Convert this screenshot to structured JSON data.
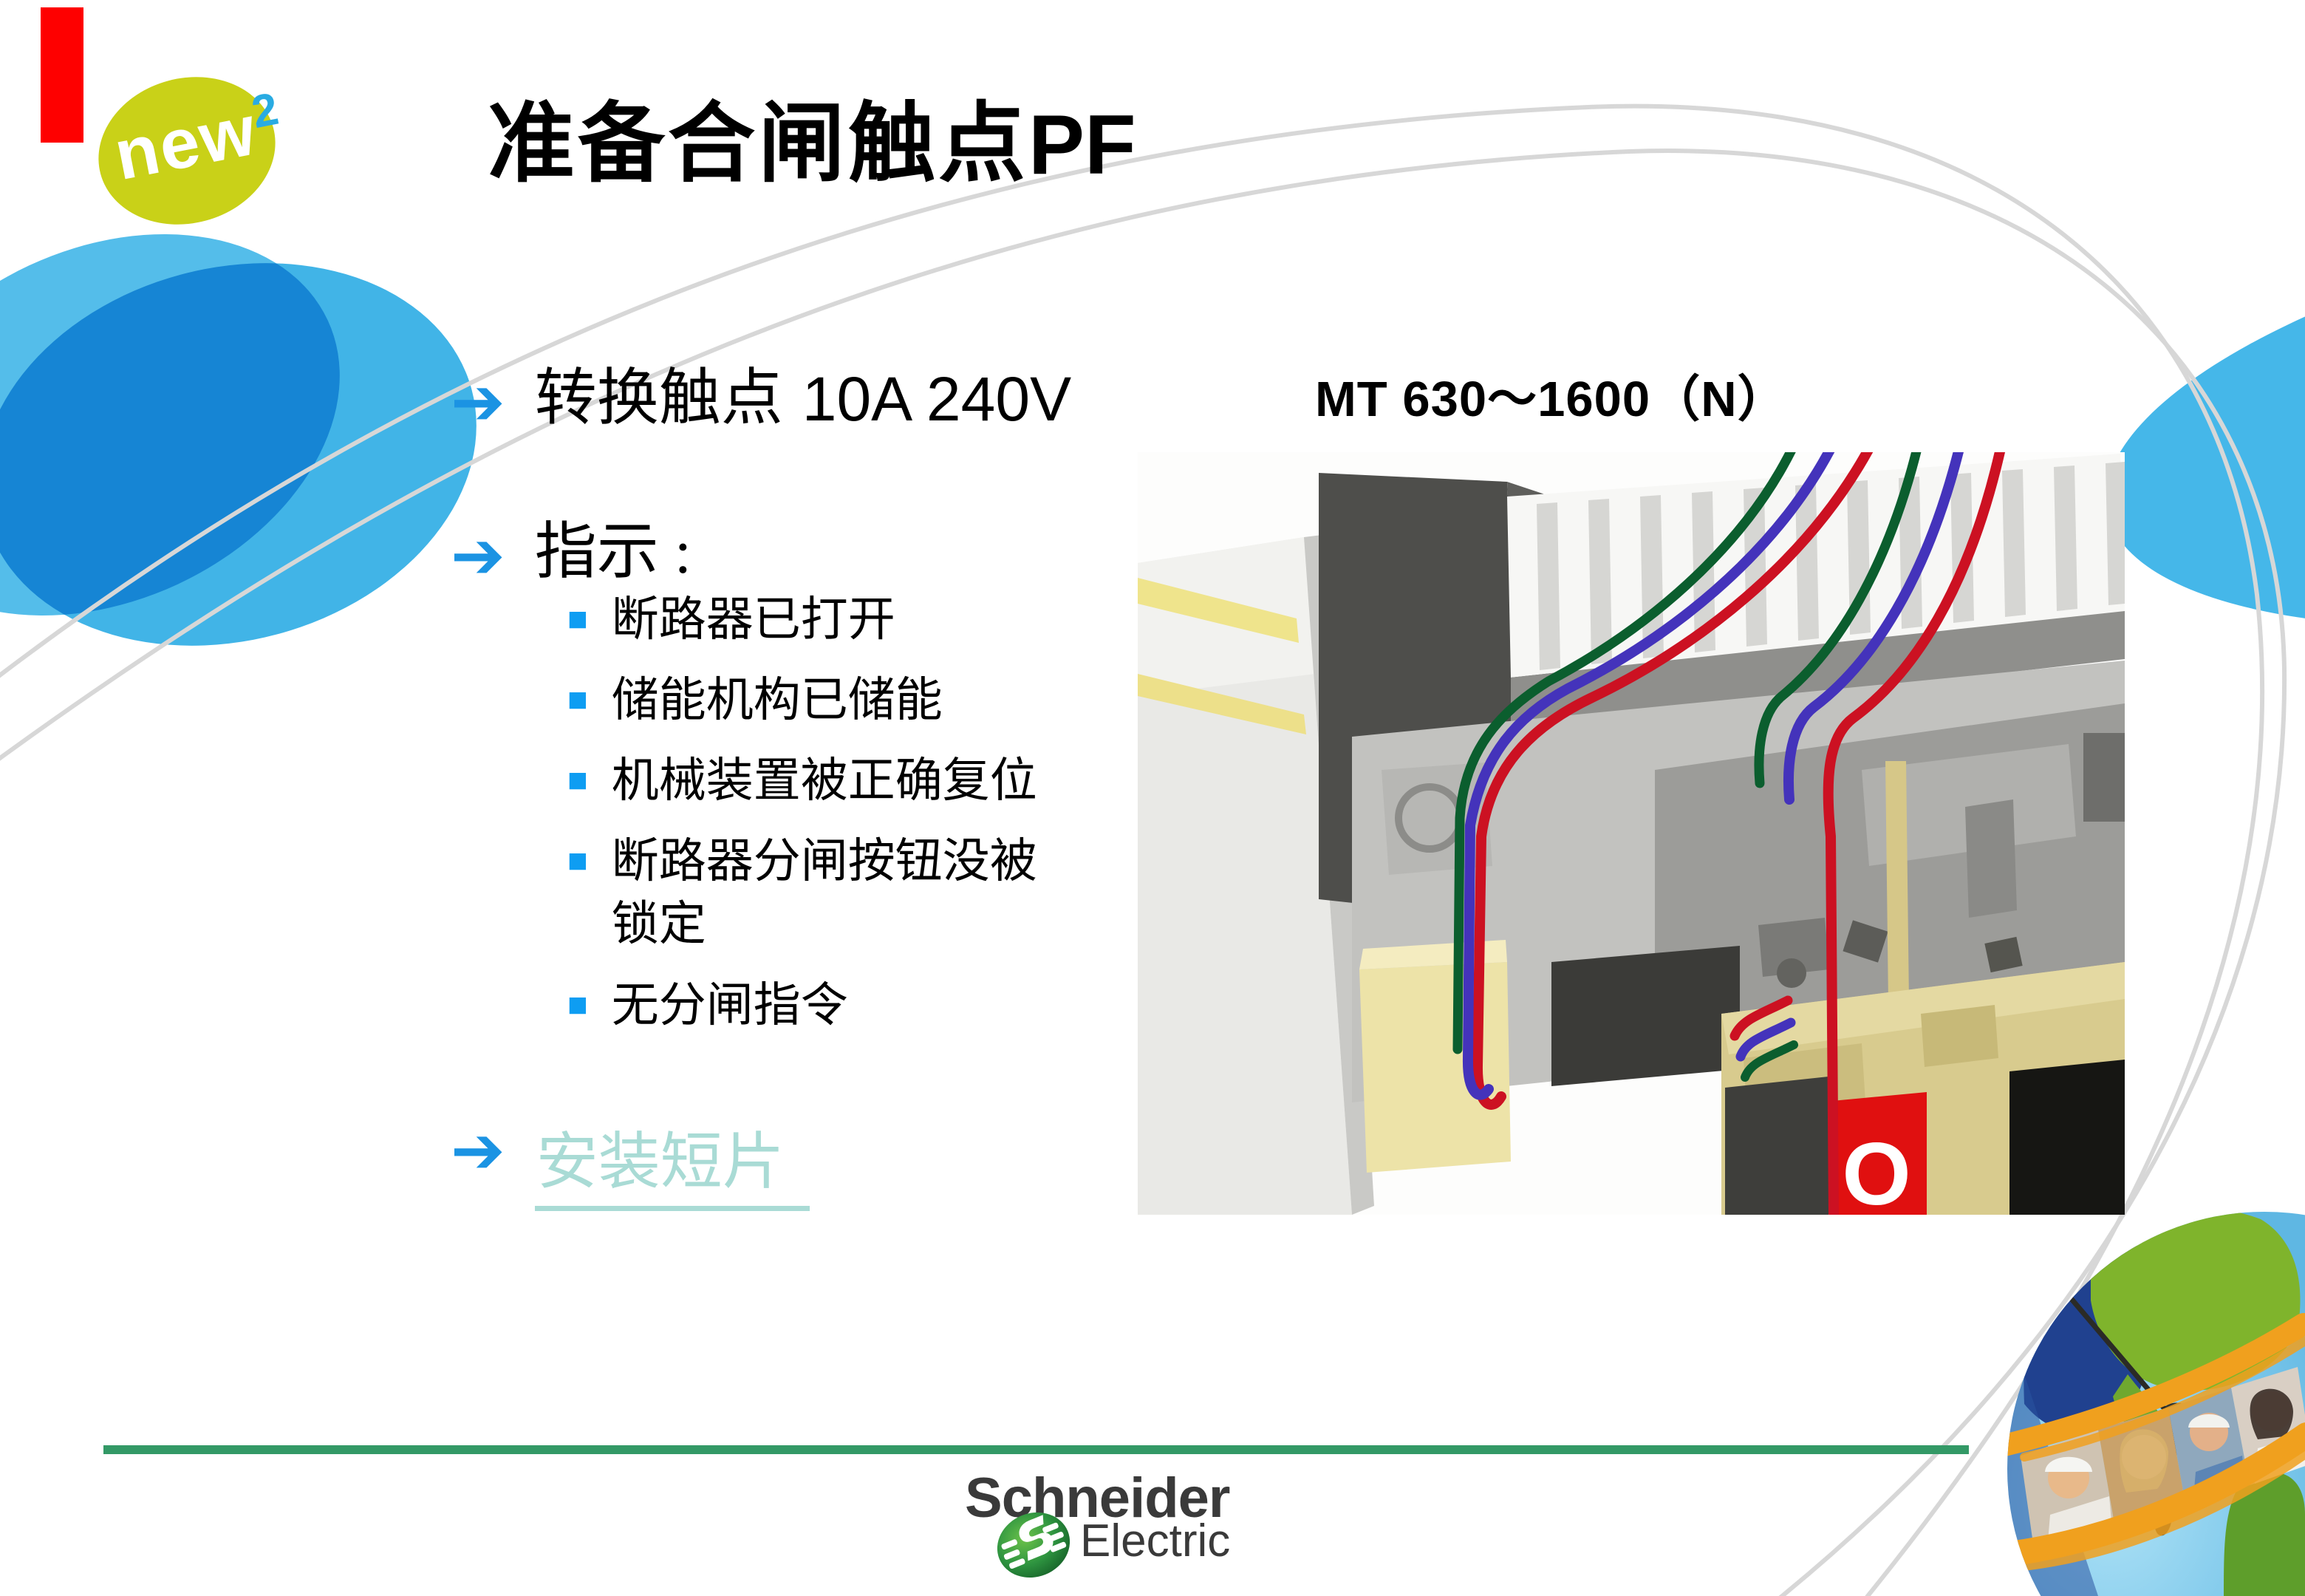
{
  "header": {
    "badge_text": "new",
    "badge_sup": "2",
    "title_zh": "准备合闸触点",
    "title_en": "PF"
  },
  "content": {
    "bullets": [
      {
        "text": "转换触点",
        "value": "10A 240V"
      },
      {
        "text": "指示 :"
      }
    ],
    "indicator_items": [
      "断路器已打开",
      "储能机构已储能",
      "机械装置被正确复位",
      "断路器分闸按钮没被\n锁定",
      "无分闸指令"
    ],
    "link_label": "安装短片"
  },
  "figure": {
    "caption": "MT 630～1600（N）",
    "button_label": "O"
  },
  "footer": {
    "brand": "Schneider",
    "brand_sub": "Electric"
  },
  "icons": {
    "arrow": "➔",
    "square": "■"
  },
  "colors": {
    "accent_blue": "#1B93E3",
    "bullet_square": "#0E9DF2",
    "link": "#A9DBD5",
    "line_green": "#339966",
    "badge_fill": "#C9D118",
    "badge_sup_blue": "#29ABE2",
    "red_bar": "#FE0000",
    "arc_gray": "#D7D7D7",
    "ellipse_blue": "#4BB9E9"
  }
}
